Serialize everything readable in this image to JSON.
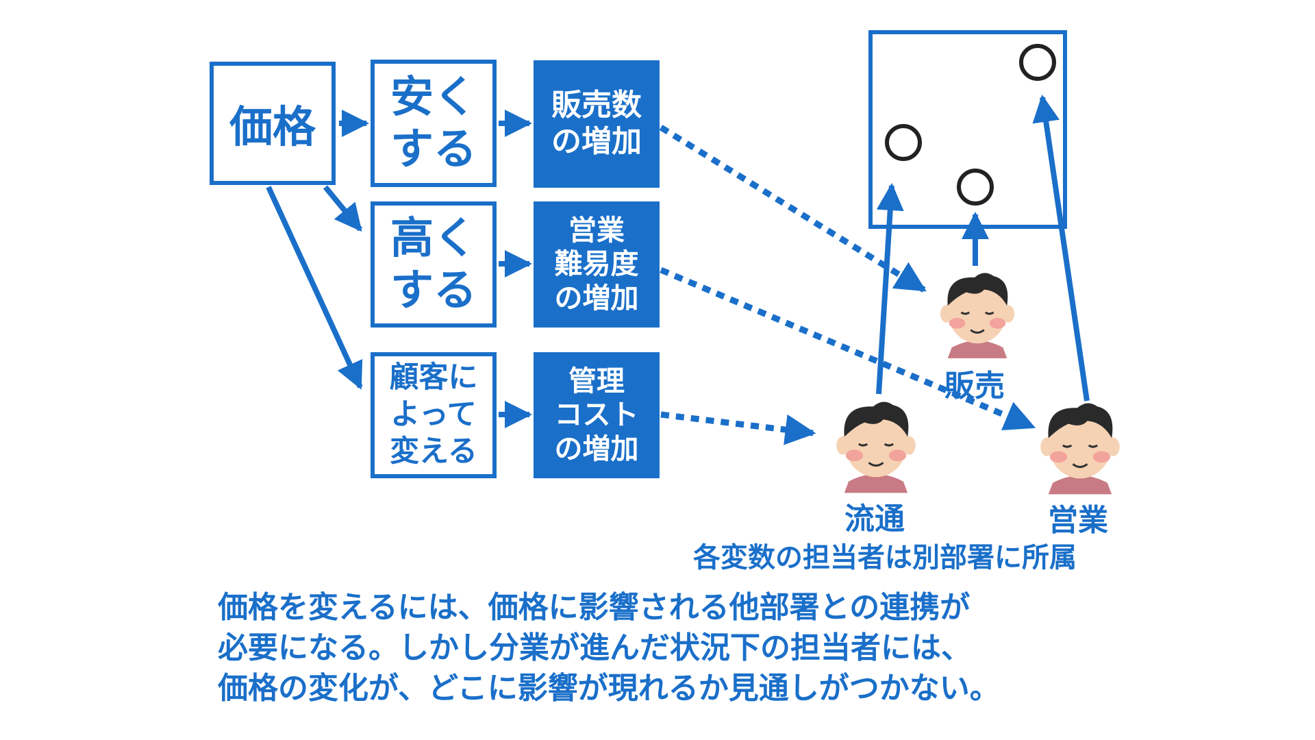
{
  "nodes": {
    "price": "価格",
    "cheaper": "安く\nする",
    "higher": "高く\nする",
    "by_customer": "顧客に\nよって\n変える",
    "sales_up": "販売数\nの増加",
    "sales_difficulty_up": "営業\n難易度\nの増加",
    "mgmt_cost_up": "管理\nコスト\nの増加"
  },
  "roles": {
    "sales": "販売",
    "logistics": "流通",
    "field_sales": "営業"
  },
  "caption": "各変数の担当者は別部署に所属",
  "body_text": "価格を変えるには、価格に影響される他部署との連携が\n必要になる。しかし分業が進んだ状況下の担当者には、\n価格の変化が、どこに影響が現れるか見通しがつかない。",
  "colors": {
    "accent": "#1a6fc9",
    "circle": "#222222",
    "skin": "#f6d2b4",
    "cheek": "#f2a39b",
    "hair": "#2a2a2a",
    "shirt": "#c97b85"
  },
  "icons": [
    "person-icon",
    "circle-marker"
  ]
}
